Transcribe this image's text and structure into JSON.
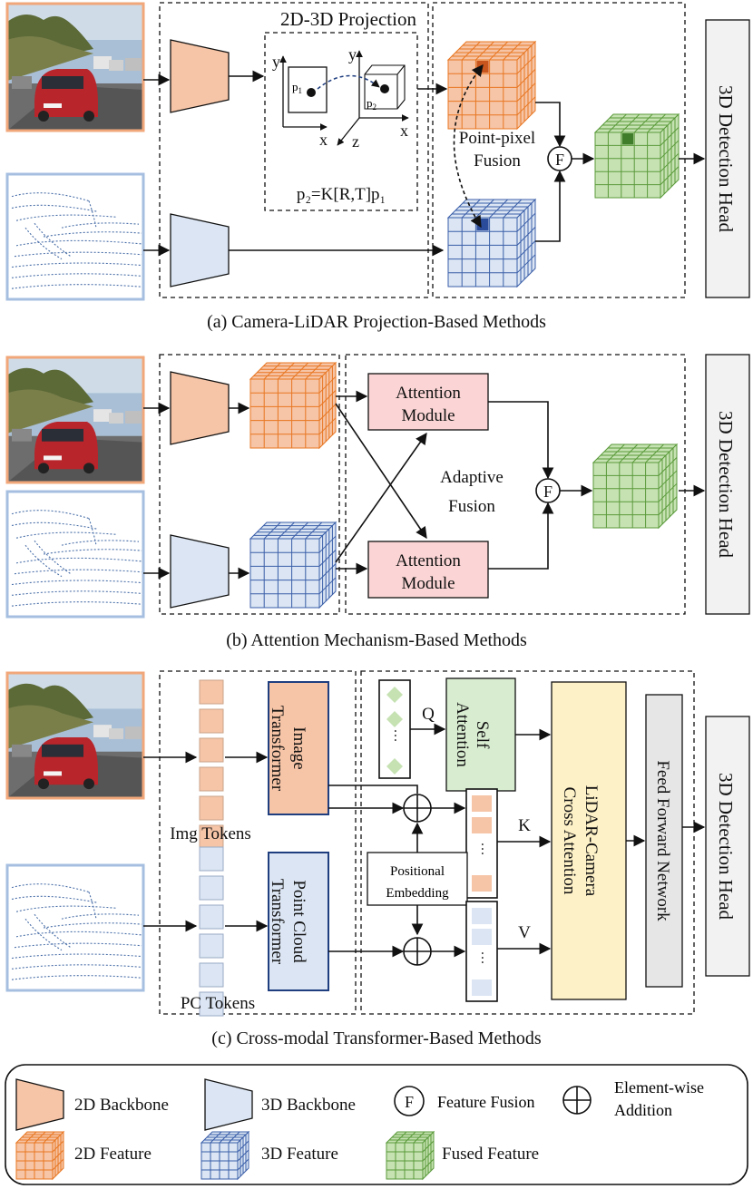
{
  "panel_a": {
    "projection_title": "2D-3D Projection",
    "axis_y": "y",
    "axis_x": "x",
    "axis_z": "z",
    "point_1": "p",
    "point_2": "p",
    "equation": "p₂=K[R,T]p₁",
    "fusion_label_line1": "Point-pixel",
    "fusion_label_line2": "Fusion",
    "fuse_symbol": "F",
    "detection_head": "3D Detection Head",
    "caption": "(a) Camera-LiDAR Projection-Based Methods"
  },
  "panel_b": {
    "attention_top_line1": "Attention",
    "attention_top_line2": "Module",
    "attention_bottom_line1": "Attention",
    "attention_bottom_line2": "Module",
    "fusion_label_line1": "Adaptive",
    "fusion_label_line2": "Fusion",
    "fuse_symbol": "F",
    "detection_head": "3D Detection Head",
    "caption": "(b) Attention Mechanism-Based Methods"
  },
  "panel_c": {
    "img_tokens": "Img Tokens",
    "pc_tokens": "PC Tokens",
    "image_transformer_line1": "Image",
    "image_transformer_line2": "Transformer",
    "pc_transformer_line1": "Point Cloud",
    "pc_transformer_line2": "Transformer",
    "q_label": "Q",
    "k_label": "K",
    "v_label": "V",
    "self_attention_line1": "Self",
    "self_attention_line2": "Attention",
    "positional_line1": "Positional",
    "positional_line2": "Embedding",
    "cross_attention_line1": "LiDAR-Camera",
    "cross_attention_line2": "Cross Attention",
    "ffn": "Feed Forward Network",
    "dots": "···",
    "detection_head": "3D Detection Head",
    "caption": "(c) Cross-modal Transformer-Based Methods"
  },
  "legend": {
    "backbone_2d": "2D Backbone",
    "backbone_3d": "3D Backbone",
    "feature_fusion": "Feature Fusion",
    "fuse_symbol": "F",
    "element_wise_line1": "Element-wise",
    "element_wise_line2": "Addition",
    "feature_2d": "2D Feature",
    "feature_3d": "3D Feature",
    "fused_feature": "Fused Feature"
  },
  "colors": {
    "orange_fill": "#f6c4a6",
    "orange_stroke": "#e87722",
    "blue_fill": "#dbe5f3",
    "blue_stroke": "#3a5ea8",
    "green_fill": "#c6e2b3",
    "green_stroke": "#5a9a3a",
    "attention_fill": "#fbd5d5",
    "attention_stroke": "#c0504d",
    "self_attn_fill": "#d8ecd0",
    "cross_attn_fill": "#fdf1c7",
    "head_fill": "#f2f2f2",
    "ffn_fill": "#e6e6e6"
  }
}
